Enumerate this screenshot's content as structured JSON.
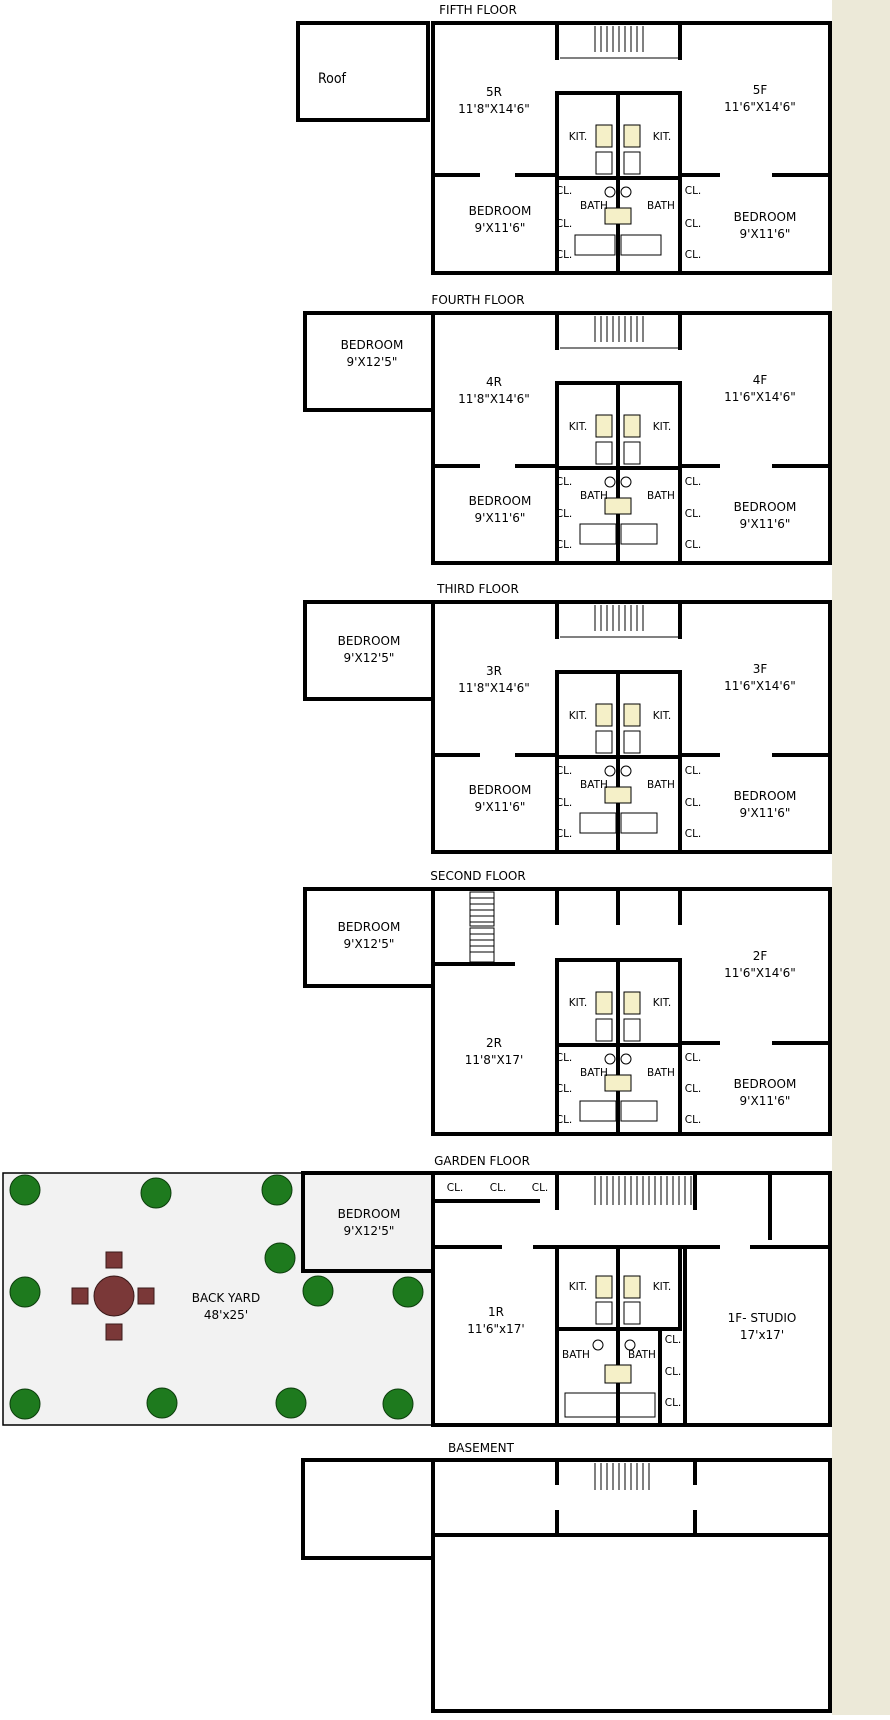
{
  "floors": {
    "fifth": {
      "title": "FIFTH FLOOR",
      "roof": "Roof",
      "unit_r": {
        "name": "5R",
        "size": "11'8\"X14'6\""
      },
      "unit_f": {
        "name": "5F",
        "size": "11'6\"X14'6\""
      },
      "bedroom_l": {
        "name": "BEDROOM",
        "size": "9'X11'6\""
      },
      "bedroom_r": {
        "name": "BEDROOM",
        "size": "9'X11'6\""
      },
      "kit": "KIT.",
      "bath": "BATH",
      "cl": "CL."
    },
    "fourth": {
      "title": "FOURTH FLOOR",
      "rear_bedroom": {
        "name": "BEDROOM",
        "size": "9'X12'5\""
      },
      "unit_r": {
        "name": "4R",
        "size": "11'8\"X14'6\""
      },
      "unit_f": {
        "name": "4F",
        "size": "11'6\"X14'6\""
      },
      "bedroom_l": {
        "name": "BEDROOM",
        "size": "9'X11'6\""
      },
      "bedroom_r": {
        "name": "BEDROOM",
        "size": "9'X11'6\""
      },
      "kit": "KIT.",
      "bath": "BATH",
      "cl": "CL."
    },
    "third": {
      "title": "THIRD FLOOR",
      "rear_bedroom": {
        "name": "BEDROOM",
        "size": "9'X12'5\""
      },
      "unit_r": {
        "name": "3R",
        "size": "11'8\"X14'6\""
      },
      "unit_f": {
        "name": "3F",
        "size": "11'6\"X14'6\""
      },
      "bedroom_l": {
        "name": "BEDROOM",
        "size": "9'X11'6\""
      },
      "bedroom_r": {
        "name": "BEDROOM",
        "size": "9'X11'6\""
      },
      "kit": "KIT.",
      "bath": "BATH",
      "cl": "CL."
    },
    "second": {
      "title": "SECOND FLOOR",
      "rear_bedroom": {
        "name": "BEDROOM",
        "size": "9'X12'5\""
      },
      "unit_r": {
        "name": "2R",
        "size": "11'8\"X17'"
      },
      "unit_f": {
        "name": "2F",
        "size": "11'6\"X14'6\""
      },
      "bedroom_r": {
        "name": "BEDROOM",
        "size": "9'X11'6\""
      },
      "kit": "KIT.",
      "bath": "BATH",
      "cl": "CL."
    },
    "garden": {
      "title": "GARDEN FLOOR",
      "back_yard": {
        "name": "BACK YARD",
        "size": "48'x25'"
      },
      "rear_bedroom": {
        "name": "BEDROOM",
        "size": "9'X12'5\""
      },
      "unit_r": {
        "name": "1R",
        "size": "11'6\"x17'"
      },
      "unit_f": {
        "name": "1F- STUDIO",
        "size": "17'x17'"
      },
      "kit": "KIT.",
      "bath": "BATH",
      "cl": "CL."
    },
    "basement": {
      "title": "BASEMENT"
    }
  },
  "colors": {
    "wall": "#000000",
    "sidebar": "#ece9d8",
    "yard_fill": "#f2f2f2",
    "shrub": "#1e7a1e",
    "table": "#7a3838",
    "fixture": "#f5f0c8"
  }
}
